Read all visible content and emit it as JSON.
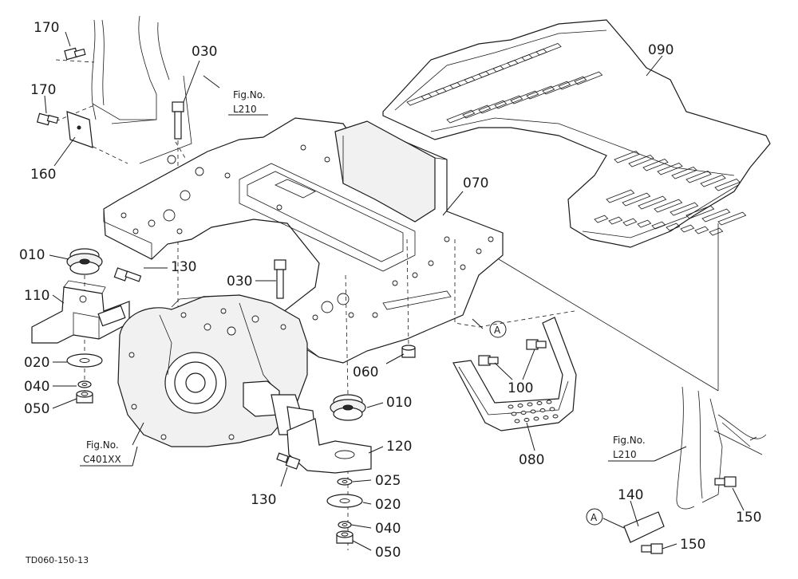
{
  "drawing": {
    "code": "TD060-150-13",
    "callouts": [
      {
        "id": "c170a",
        "text": "170"
      },
      {
        "id": "c030a",
        "text": "030"
      },
      {
        "id": "c170b",
        "text": "170"
      },
      {
        "id": "c160",
        "text": "160"
      },
      {
        "id": "c090",
        "text": "090"
      },
      {
        "id": "c070",
        "text": "070"
      },
      {
        "id": "c010a",
        "text": "010"
      },
      {
        "id": "c130a",
        "text": "130"
      },
      {
        "id": "c030b",
        "text": "030"
      },
      {
        "id": "c110",
        "text": "110"
      },
      {
        "id": "c020a",
        "text": "020"
      },
      {
        "id": "c040a",
        "text": "040"
      },
      {
        "id": "c050a",
        "text": "050"
      },
      {
        "id": "c060",
        "text": "060"
      },
      {
        "id": "c100",
        "text": "100"
      },
      {
        "id": "c010b",
        "text": "010"
      },
      {
        "id": "c120",
        "text": "120"
      },
      {
        "id": "c080",
        "text": "080"
      },
      {
        "id": "c130b",
        "text": "130"
      },
      {
        "id": "c025",
        "text": "025"
      },
      {
        "id": "c020b",
        "text": "020"
      },
      {
        "id": "c040b",
        "text": "040"
      },
      {
        "id": "c050b",
        "text": "050"
      },
      {
        "id": "c140",
        "text": "140"
      },
      {
        "id": "c150a",
        "text": "150"
      },
      {
        "id": "c150b",
        "text": "150"
      }
    ],
    "figure_refs": [
      {
        "id": "f1",
        "line1": "Fig.No.",
        "line2": "L210"
      },
      {
        "id": "f2",
        "line1": "Fig.No.",
        "line2": "C401XX"
      },
      {
        "id": "f3",
        "line1": "Fig.No.",
        "line2": "L210"
      }
    ],
    "reference_marks": [
      {
        "id": "ra",
        "text": "A"
      },
      {
        "id": "rb",
        "text": "A"
      }
    ]
  }
}
